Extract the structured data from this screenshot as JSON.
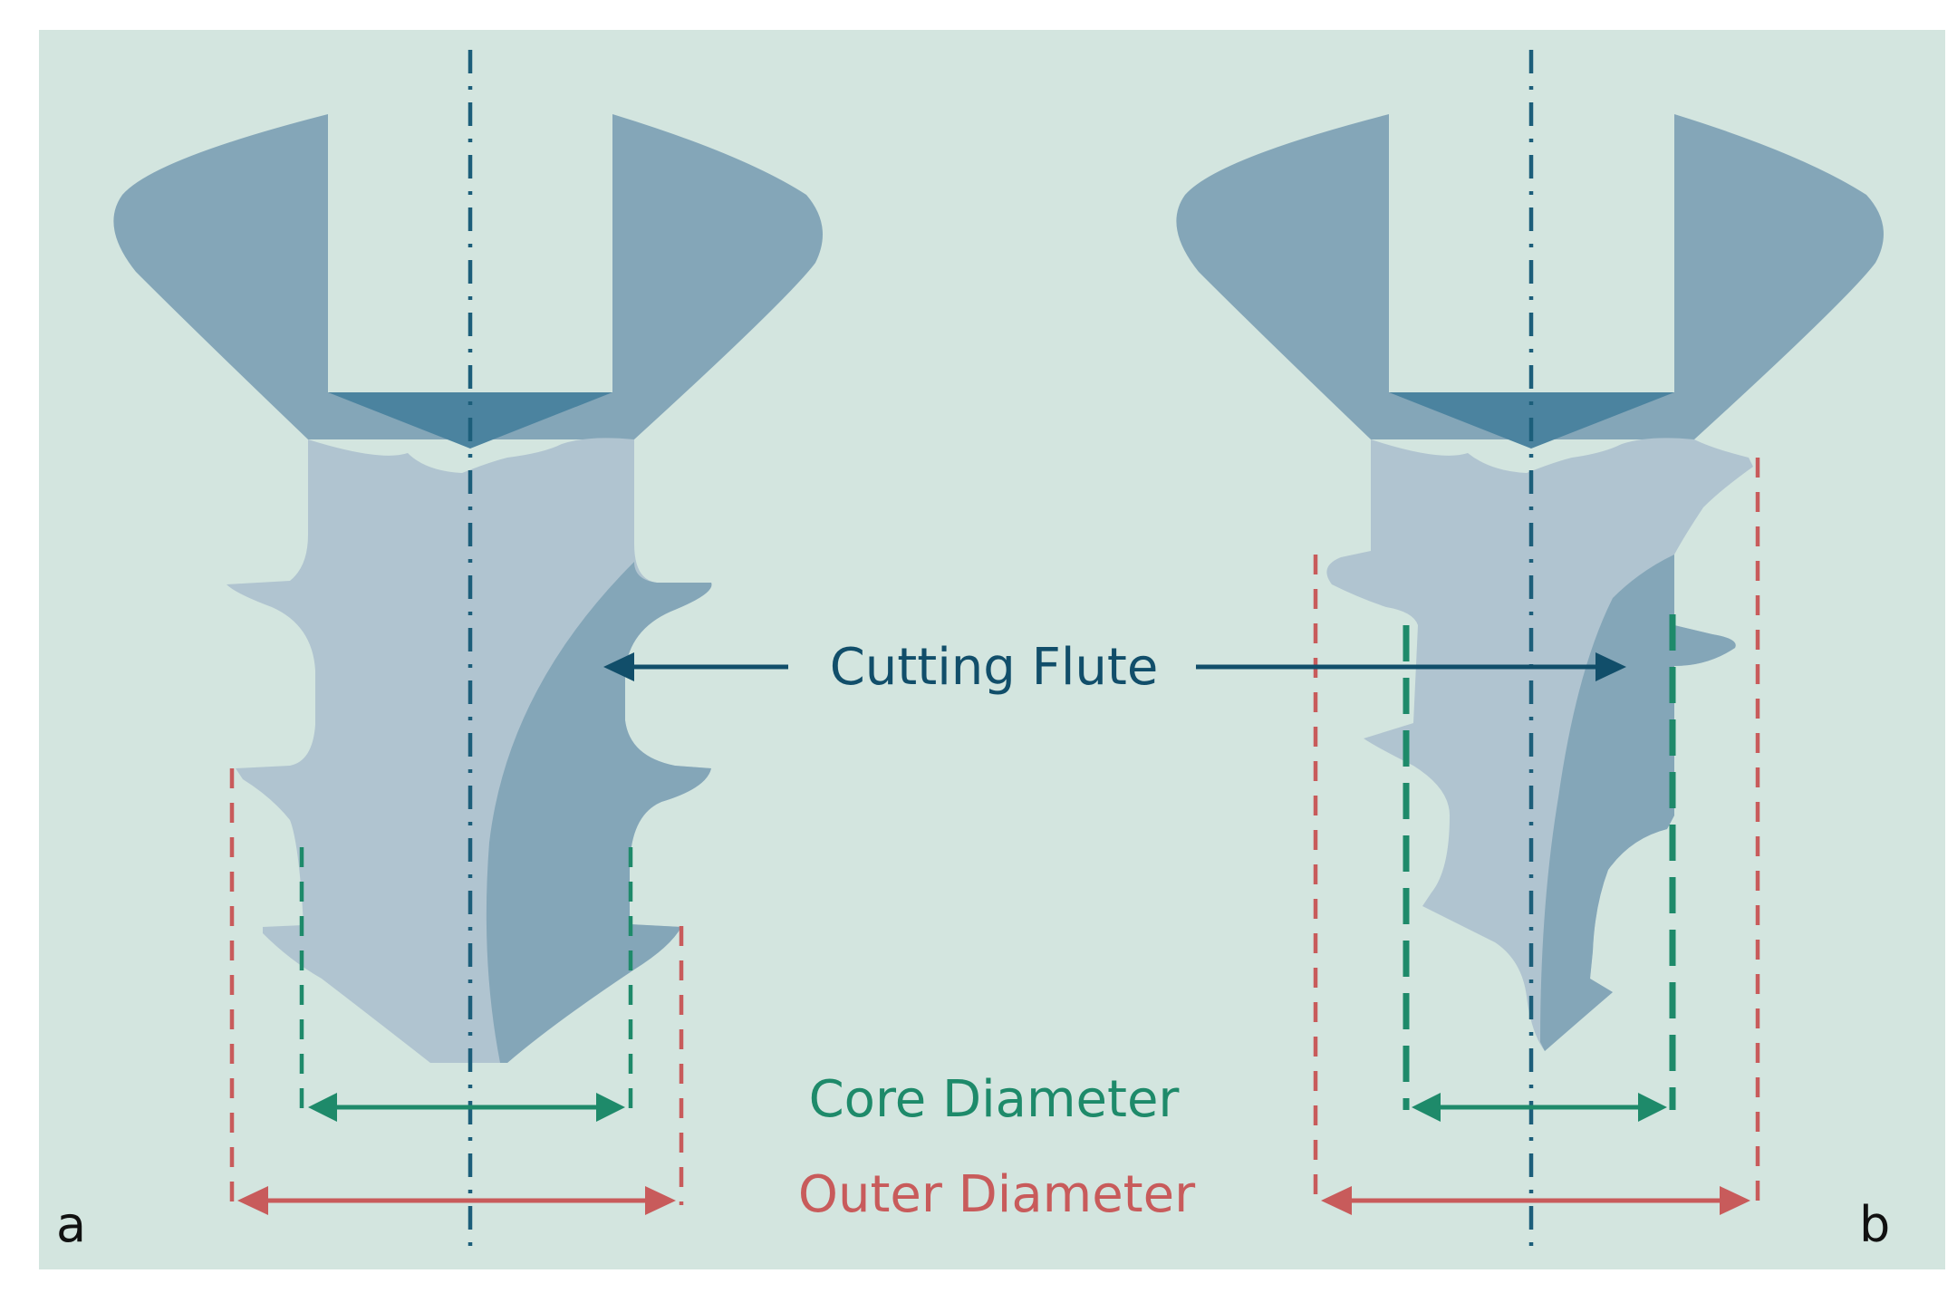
{
  "labels": {
    "cutting_flute": "Cutting Flute",
    "core_diameter": "Core Diameter",
    "outer_diameter": "Outer Diameter"
  },
  "panels": {
    "a": "a",
    "b": "b"
  },
  "colors": {
    "background": "#d3e5df",
    "screw_head": "#84a6b8",
    "screw_body": "#b0c4d0",
    "drive_recess": "#4b839f",
    "axis": "#1c5e7a",
    "cutting_flute": "#114e6a",
    "core_diameter": "#1e8a6a",
    "outer_diameter": "#c85b5b"
  }
}
